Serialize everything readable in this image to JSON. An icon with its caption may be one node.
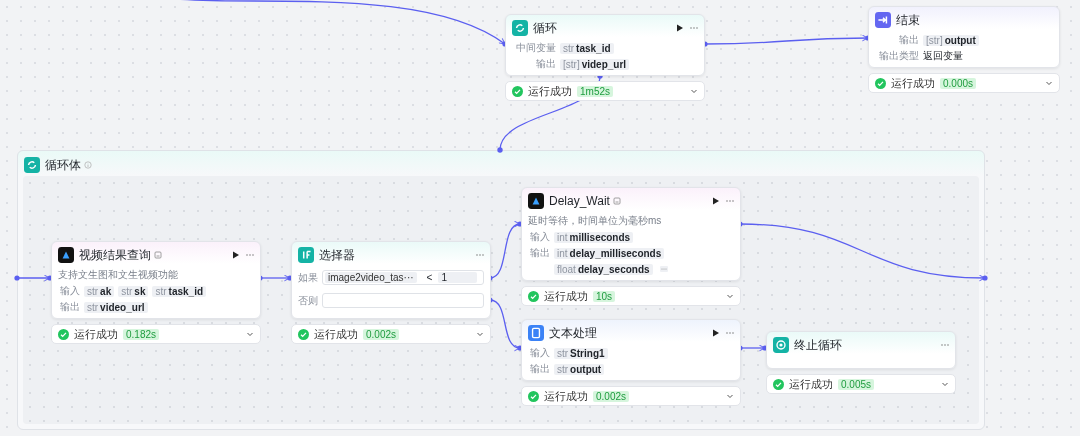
{
  "diagram": {
    "nodes": [
      {
        "text": [
          "循环",
          "中间变量",
          "str",
          "task_id",
          "输出",
          "[str]",
          "videp_url"
        ],
        "beside": [
          "运行成功",
          "1m52s"
        ]
      },
      {
        "text": [
          "结束",
          "输出",
          "[str]",
          "output",
          "输出类型",
          "返回变量"
        ],
        "beside": [
          "运行成功",
          "0.000s"
        ]
      },
      {
        "text": [
          "循环体"
        ]
      },
      {
        "text": [
          "视频结果查询",
          "支持文生图和文生视频功能",
          "输入",
          "str",
          "ak",
          "str",
          "sk",
          "str",
          "task_id",
          "输出",
          "str",
          "video_url"
        ],
        "in": 2,
        "beside": [
          "运行成功",
          "0.182s"
        ]
      },
      {
        "text": [
          "选择器",
          "如果",
          "image2video_tas···",
          "<",
          "1",
          "否则"
        ],
        "in": 2,
        "beside": [
          "运行成功",
          "0.002s"
        ]
      },
      {
        "text": [
          "Delay_Wait",
          "延时等待，时间单位为毫秒ms",
          "输入",
          "int",
          "milliseconds",
          "输出",
          "int",
          "delay_milliseconds",
          "float",
          "delay_seconds"
        ],
        "in": 2,
        "beside": [
          "运行成功",
          "10s"
        ]
      },
      {
        "text": [
          "文本处理",
          "输入",
          "str",
          "String1",
          "输出",
          "str",
          "output"
        ],
        "in": 2,
        "beside": [
          "运行成功",
          "0.002s"
        ]
      },
      {
        "text": [
          "终止循环"
        ],
        "in": 2,
        "beside": [
          "运行成功",
          "0.005s"
        ]
      }
    ],
    "edges": [
      {
        "from": null,
        "to": 0,
        "arrow": "to"
      },
      {
        "from": 0,
        "to": 1,
        "arrow": "to"
      },
      {
        "from": 0,
        "to": 2,
        "arrow": "other"
      },
      {
        "from": 2,
        "to": 3,
        "arrow": "to"
      },
      {
        "from": 3,
        "to": 4,
        "arrow": "to"
      },
      {
        "from": 4,
        "to": 5,
        "arrow": "to"
      },
      {
        "from": 4,
        "to": 6,
        "arrow": "to"
      },
      {
        "from": 5,
        "to": 2,
        "arrow": "to"
      },
      {
        "from": 6,
        "to": 7,
        "arrow": "to"
      }
    ]
  }
}
